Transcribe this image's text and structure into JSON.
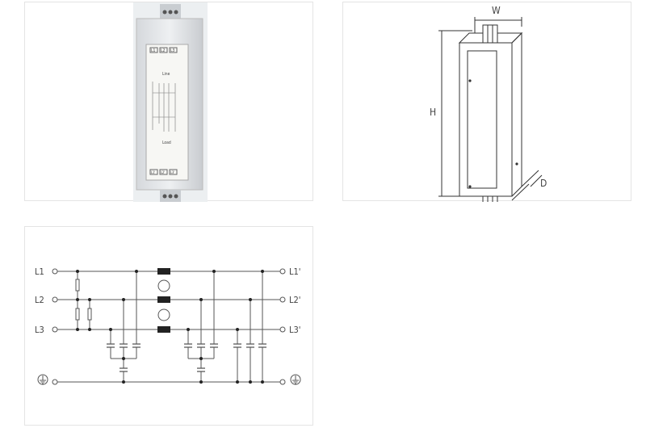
{
  "product_photo": {
    "label_top_terminals": [
      "L1",
      "L2",
      "L3"
    ],
    "label_line": "Line",
    "label_load": "Load",
    "label_bottom_terminals": [
      "L1'",
      "L2'",
      "L3'"
    ]
  },
  "dimension_drawing": {
    "width_label": "W",
    "height_label": "H",
    "depth_label": "D"
  },
  "circuit_diagram": {
    "inputs": [
      "L1",
      "L2",
      "L3"
    ],
    "outputs": [
      "L1'",
      "L2'",
      "L3'"
    ],
    "ground_symbol": "protective-earth-icon"
  }
}
